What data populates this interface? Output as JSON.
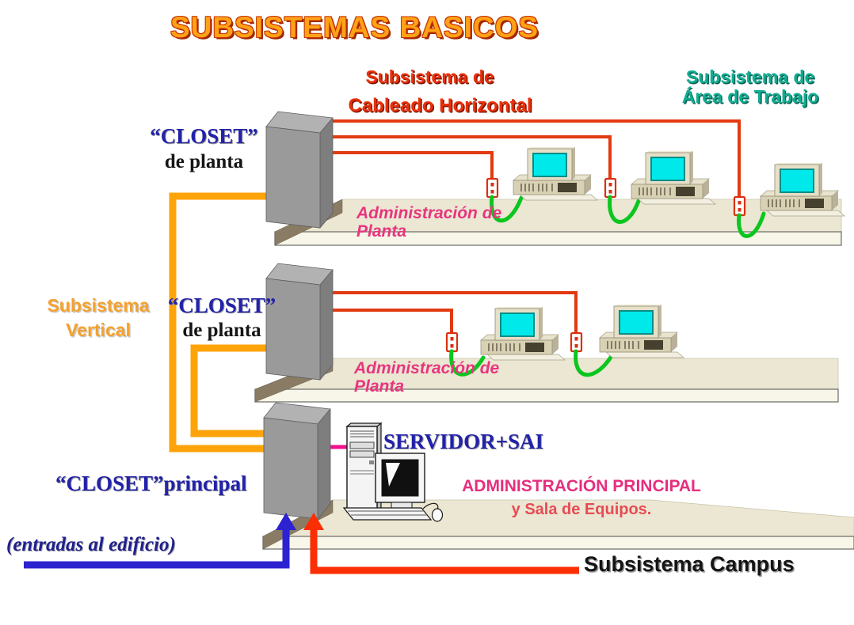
{
  "title": "SUBSISTEMAS BASICOS",
  "subsystem_horizontal": {
    "line1": "Subsistema de",
    "line2": "Cableado Horizontal"
  },
  "subsystem_area": {
    "line1": "Subsistema de",
    "line2": "Área de Trabajo"
  },
  "subsystem_vertical": {
    "line1": "Subsistema",
    "line2": "Vertical"
  },
  "subsystem_campus": "Subsistema Campus",
  "closet_floor1": {
    "line1": "“CLOSET”",
    "line2": "de planta"
  },
  "closet_floor2": {
    "line1": "“CLOSET”",
    "line2": "de planta"
  },
  "closet_principal": "“CLOSET”principal",
  "admin_floor1": {
    "line1": "Administración de",
    "line2": "Planta"
  },
  "admin_floor2": {
    "line1": "Administración de",
    "line2": "Planta"
  },
  "server_label": "SERVIDOR+SAI",
  "admin_principal": {
    "line1": "ADMINISTRACIÓN PRINCIPAL",
    "line2": "y  Sala de Equipos."
  },
  "building_entries": "(entradas al edificio)",
  "colors": {
    "title_orange": "#FFA216",
    "red_label": "#E8300A",
    "teal_label": "#12AD93",
    "orange_label": "#F5A12D",
    "blue_label": "#2222AA",
    "pink_label": "#E8357F",
    "dark_blue_label": "#201F8E",
    "orange_cable": "#FFA30A",
    "red_cable": "#E23A10",
    "green_cable": "#0AC61E",
    "pink_cable": "#F0108C",
    "blue_arrow": "#2C22D0",
    "red_arrow": "#FC2E04",
    "screen_cyan": "#00E9EA",
    "slab_beige": "#EBE7D2",
    "cabinet_grey": "#9A9A9A"
  }
}
